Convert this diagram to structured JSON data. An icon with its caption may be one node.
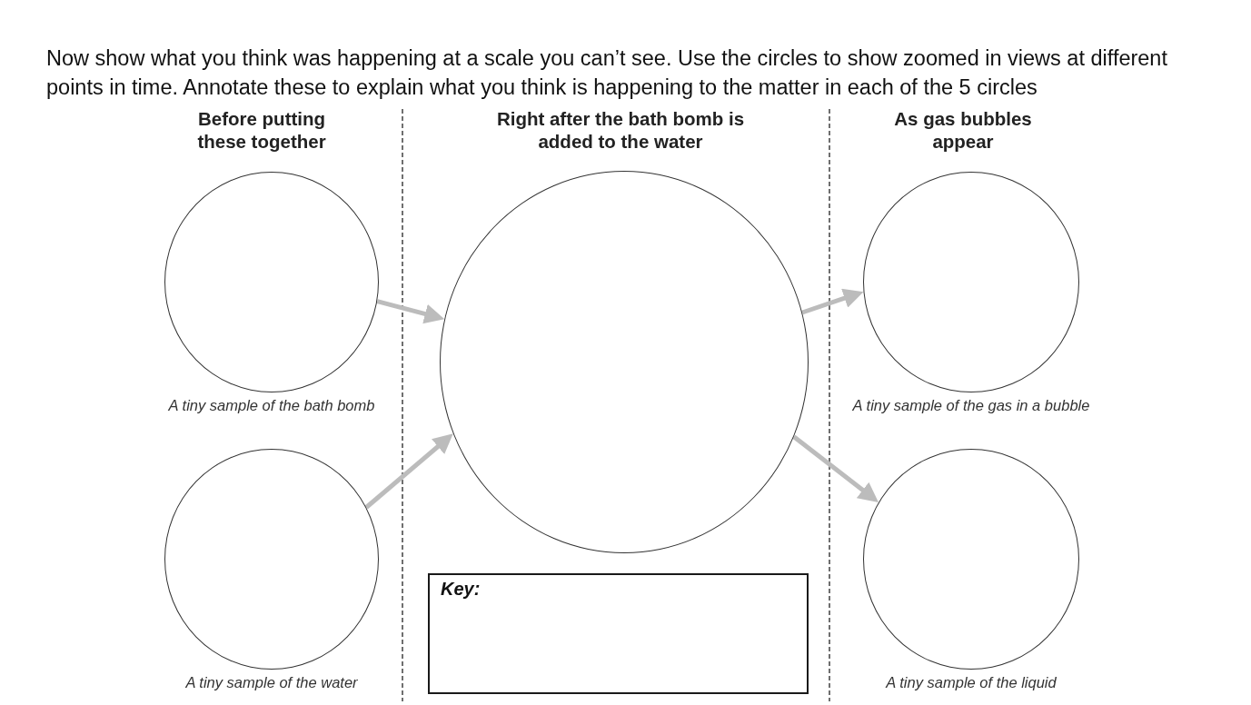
{
  "diagram": {
    "title": "Now show what you think was happening at a scale you can’t see. Use the circles to show zoomed in views at different points in time. Annotate these to explain what you think is happening to the matter in each of the 5 circles",
    "nodes": [
      {
        "text": [],
        "shape": "circle",
        "beside": [
          "A tiny sample of the bath bomb"
        ]
      },
      {
        "text": [],
        "shape": "circle",
        "beside": [
          "A tiny sample of the water"
        ]
      },
      {
        "text": [],
        "shape": "circle"
      },
      {
        "text": [
          "Key:"
        ]
      },
      {
        "text": [],
        "shape": "circle",
        "beside": [
          "A tiny sample of the gas in a bubble"
        ]
      },
      {
        "text": [],
        "shape": "circle",
        "beside": [
          "A tiny sample of the liquid"
        ]
      }
    ],
    "edges": [
      {
        "from": 0,
        "to": 2,
        "arrow": "to"
      },
      {
        "from": 1,
        "to": 2,
        "arrow": "to"
      },
      {
        "from": 2,
        "to": 4,
        "arrow": "to"
      },
      {
        "from": 2,
        "to": 5,
        "arrow": "to"
      }
    ],
    "labels": [
      "Before putting these together",
      "Right after the bath bomb is added to the water",
      "As gas bubbles appear"
    ]
  }
}
